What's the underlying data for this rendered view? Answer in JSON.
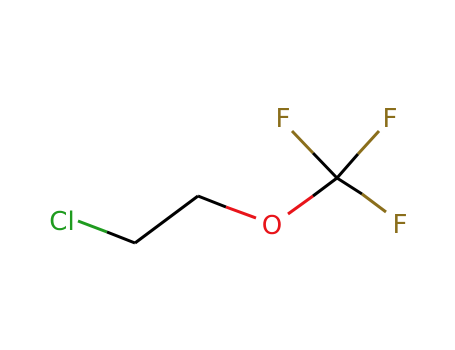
{
  "molecule": {
    "atoms": {
      "cl": {
        "label": "Cl",
        "color": "#1f9b1f"
      },
      "o": {
        "label": "O",
        "color": "#e8141a"
      },
      "f1": {
        "label": "F",
        "color": "#8a6e1b"
      },
      "f2": {
        "label": "F",
        "color": "#8a6e1b"
      },
      "f3": {
        "label": "F",
        "color": "#8a6e1b"
      }
    },
    "bond_color": "#000000"
  }
}
